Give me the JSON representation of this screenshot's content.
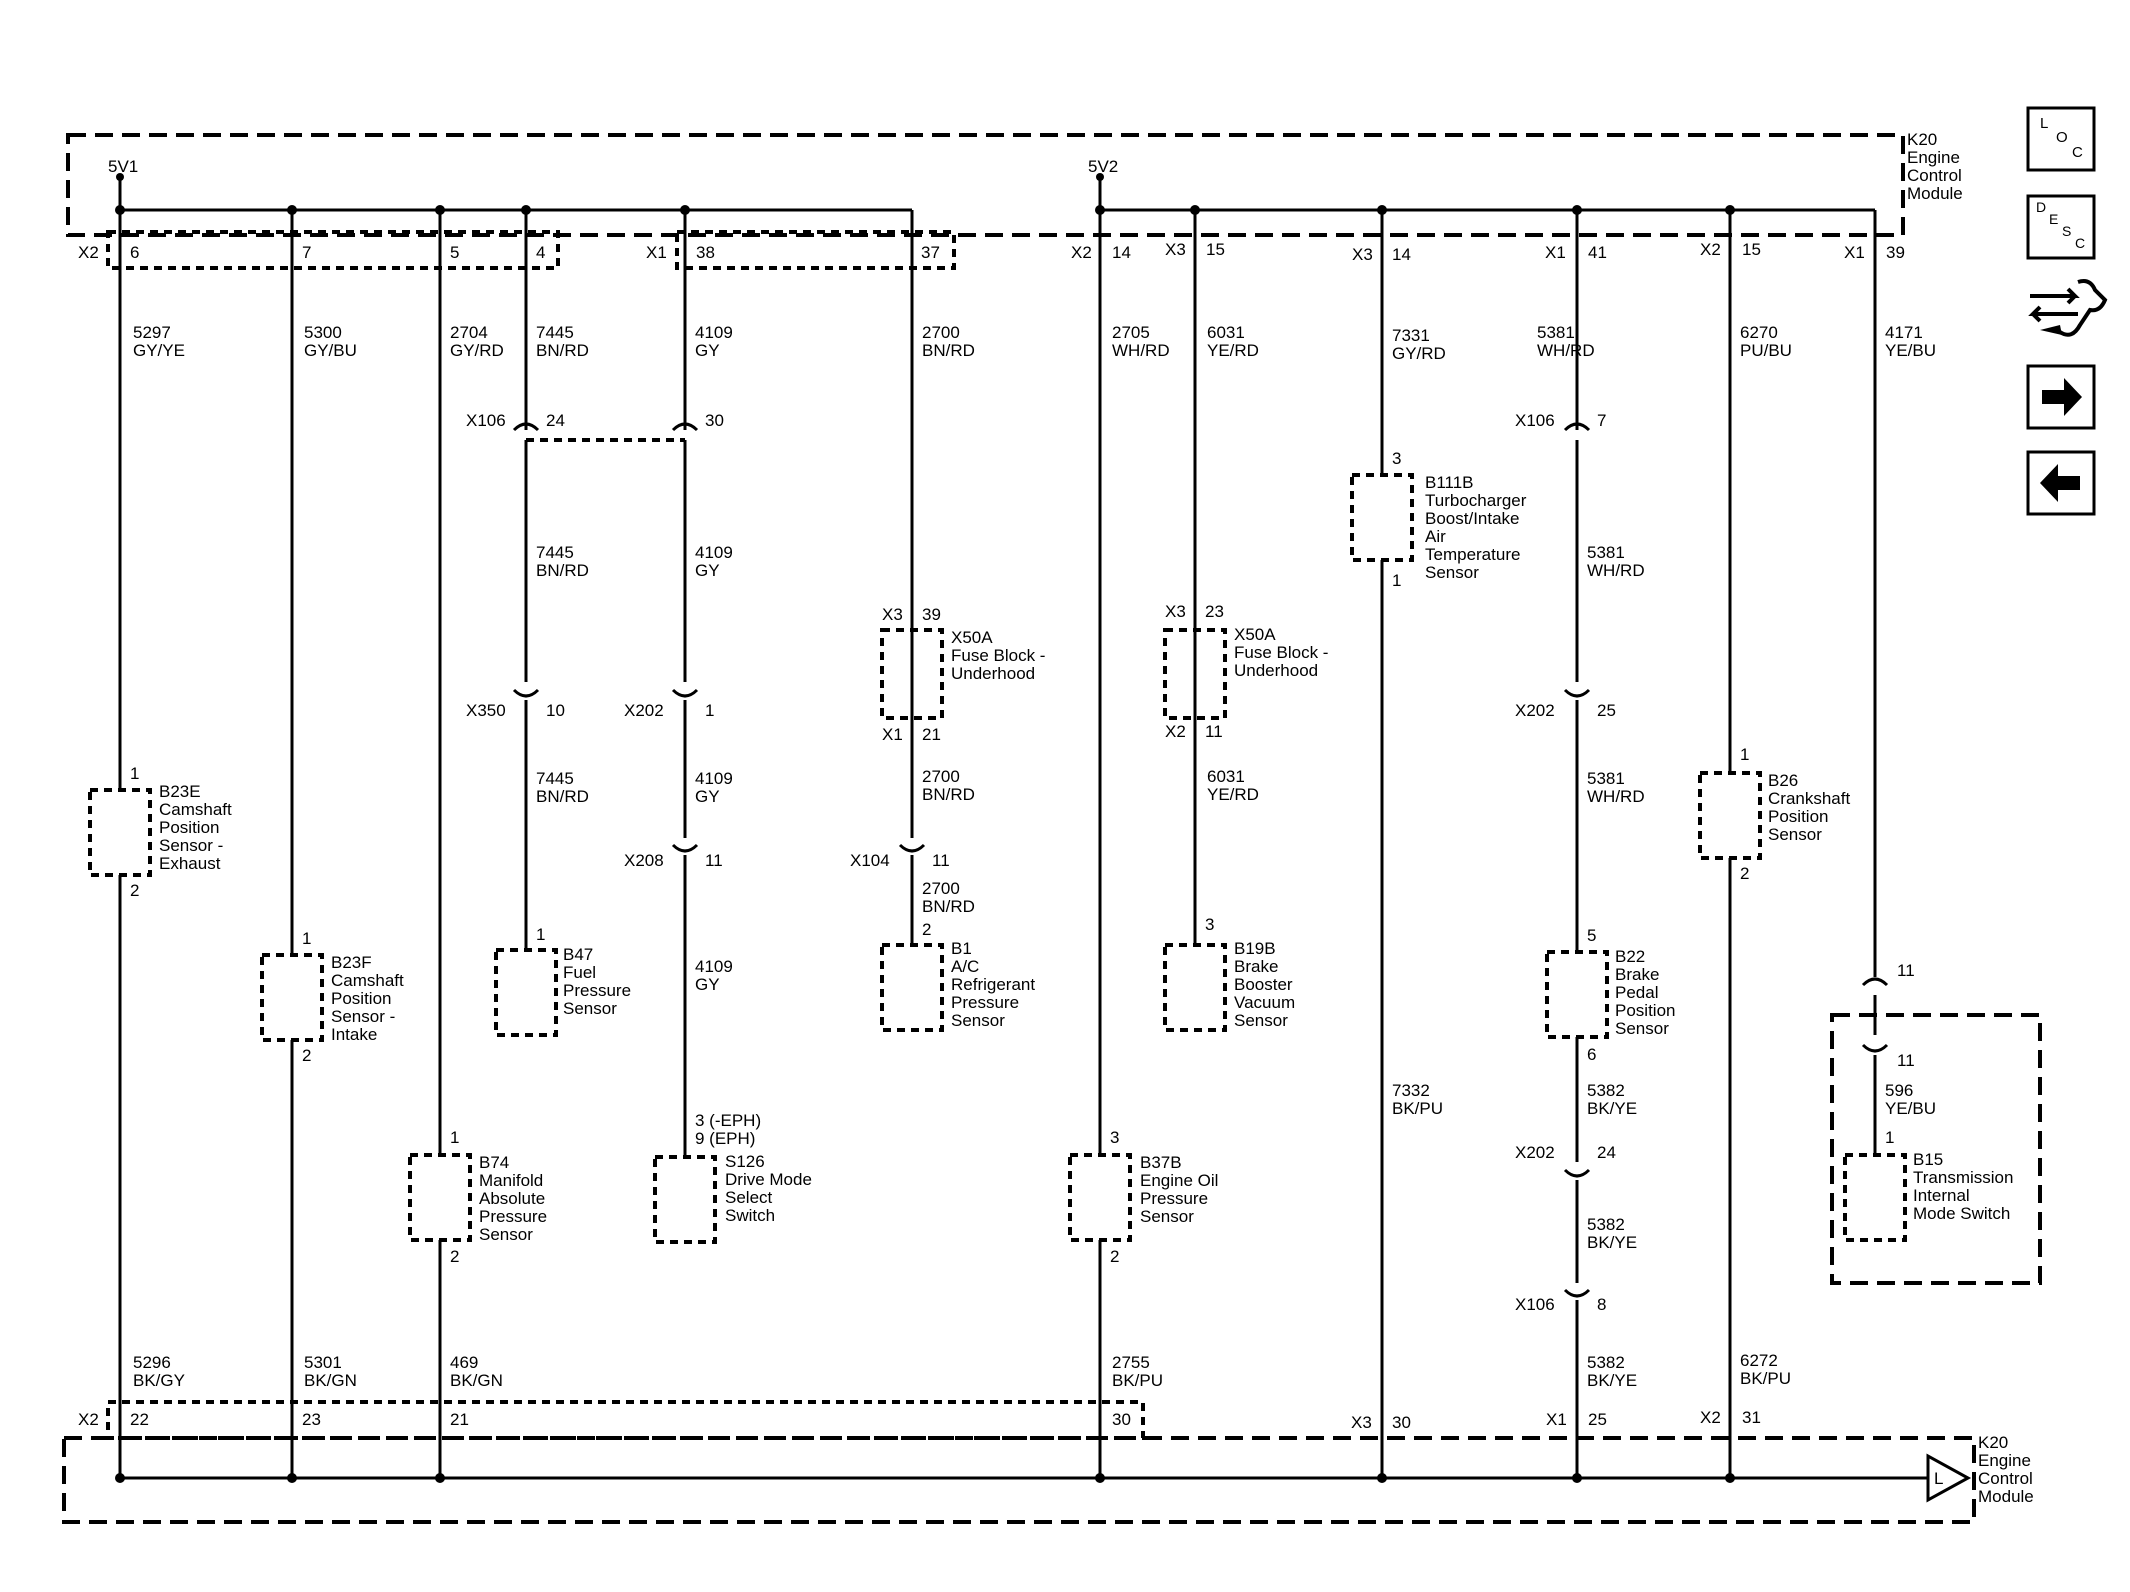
{
  "modules": {
    "top": {
      "id": "K20",
      "name": "Engine Control Module",
      "lines": [
        "K20",
        "Engine",
        "Control",
        "Module"
      ]
    },
    "bottom": {
      "id": "K20",
      "name": "Engine Control Module",
      "lines": [
        "K20",
        "Engine",
        "Control",
        "Module"
      ]
    }
  },
  "buses": {
    "top_left": "5V1",
    "top_right": "5V2",
    "bottom_symbol": "L"
  },
  "top_pins": [
    {
      "conn": "X2",
      "pin": "6"
    },
    {
      "pin": "7"
    },
    {
      "pin": "5"
    },
    {
      "pin": "4"
    },
    {
      "conn": "X1",
      "pin": "38"
    },
    {
      "pin": "37"
    },
    {
      "conn": "X2",
      "pin": "14"
    },
    {
      "conn": "X3",
      "pin": "15"
    },
    {
      "conn": "X3",
      "pin": "14"
    },
    {
      "conn": "X1",
      "pin": "41"
    },
    {
      "conn": "X2",
      "pin": "15"
    },
    {
      "conn": "X1",
      "pin": "39"
    }
  ],
  "bottom_pins": [
    {
      "conn": "X2",
      "pin": "22"
    },
    {
      "pin": "23"
    },
    {
      "pin": "21"
    },
    {
      "pin": "30"
    },
    {
      "conn": "X3",
      "pin": "30"
    },
    {
      "conn": "X1",
      "pin": "25"
    },
    {
      "conn": "X2",
      "pin": "31"
    }
  ],
  "wires": {
    "w1_top": [
      "5297",
      "GY/YE"
    ],
    "w1_bot": [
      "5296",
      "BK/GY"
    ],
    "w2_top": [
      "5300",
      "GY/BU"
    ],
    "w2_bot": [
      "5301",
      "BK/GN"
    ],
    "w3_top": [
      "2704",
      "GY/RD"
    ],
    "w3_bot": [
      "469",
      "BK/GN"
    ],
    "w4_a": [
      "7445",
      "BN/RD"
    ],
    "w4_b": [
      "7445",
      "BN/RD"
    ],
    "w4_c": [
      "7445",
      "BN/RD"
    ],
    "w5_a": [
      "4109",
      "GY"
    ],
    "w5_b": [
      "4109",
      "GY"
    ],
    "w5_c": [
      "4109",
      "GY"
    ],
    "w5_d": [
      "4109",
      "GY"
    ],
    "w6_a": [
      "2700",
      "BN/RD"
    ],
    "w6_b": [
      "2700",
      "BN/RD"
    ],
    "w6_c": [
      "2700",
      "BN/RD"
    ],
    "w7_top": [
      "2705",
      "WH/RD"
    ],
    "w7_bot": [
      "2755",
      "BK/PU"
    ],
    "w8_a": [
      "6031",
      "YE/RD"
    ],
    "w8_b": [
      "6031",
      "YE/RD"
    ],
    "w9_top": [
      "7331",
      "GY/RD"
    ],
    "w9_bot": [
      "7332",
      "BK/PU"
    ],
    "w10_a": [
      "5381",
      "WH/RD"
    ],
    "w10_b": [
      "5381",
      "WH/RD"
    ],
    "w10_c": [
      "5381",
      "WH/RD"
    ],
    "w10_d": [
      "5382",
      "BK/YE"
    ],
    "w10_e": [
      "5382",
      "BK/YE"
    ],
    "w10_f": [
      "5382",
      "BK/YE"
    ],
    "w11_top": [
      "6270",
      "PU/BU"
    ],
    "w11_bot": [
      "6272",
      "BK/PU"
    ],
    "w12_top": [
      "4171",
      "YE/BU"
    ],
    "w12_b": [
      "596",
      "YE/BU"
    ]
  },
  "connectors": {
    "x106_a": [
      "X106",
      "24"
    ],
    "x106_b": "30",
    "x350": [
      "X350",
      "10"
    ],
    "x202_a": [
      "X202",
      "1"
    ],
    "x208": [
      "X208",
      "11"
    ],
    "x104": [
      "X104",
      "11"
    ],
    "x50a_1_top": [
      "X3",
      "39"
    ],
    "x50a_1_bot": [
      "X1",
      "21"
    ],
    "x50a_2_top": [
      "X3",
      "23"
    ],
    "x50a_2_bot": [
      "X2",
      "11"
    ],
    "x106_c": [
      "X106",
      "7"
    ],
    "x202_b": [
      "X202",
      "25"
    ],
    "x202_c": [
      "X202",
      "24"
    ],
    "x106_d": [
      "X106",
      "8"
    ],
    "b15_in": "11",
    "b15_in2": "11"
  },
  "components": {
    "b23e": {
      "lines": [
        "B23E",
        "Camshaft",
        "Position",
        "Sensor -",
        "Exhaust"
      ],
      "pin_top": "1",
      "pin_bot": "2"
    },
    "b23f": {
      "lines": [
        "B23F",
        "Camshaft",
        "Position",
        "Sensor -",
        "Intake"
      ],
      "pin_top": "1",
      "pin_bot": "2"
    },
    "b74": {
      "lines": [
        "B74",
        "Manifold",
        "Absolute",
        "Pressure",
        "Sensor"
      ],
      "pin_top": "1",
      "pin_bot": "2"
    },
    "b47": {
      "lines": [
        "B47",
        "Fuel",
        "Pressure",
        "Sensor"
      ],
      "pin_top": "1"
    },
    "s126": {
      "lines": [
        "S126",
        "Drive Mode",
        "Select",
        "Switch"
      ],
      "pin_lines": [
        "3 (-EPH)",
        "9 (EPH)"
      ]
    },
    "x50a_1": {
      "lines": [
        "X50A",
        "Fuse Block -",
        "Underhood"
      ]
    },
    "b1": {
      "lines": [
        "B1",
        "A/C",
        "Refrigerant",
        "Pressure",
        "Sensor"
      ],
      "pin_top": "2"
    },
    "b37b": {
      "lines": [
        "B37B",
        "Engine Oil",
        "Pressure",
        "Sensor"
      ],
      "pin_top": "3",
      "pin_bot": "2"
    },
    "x50a_2": {
      "lines": [
        "X50A",
        "Fuse Block -",
        "Underhood"
      ]
    },
    "b19b": {
      "lines": [
        "B19B",
        "Brake",
        "Booster",
        "Vacuum",
        "Sensor"
      ],
      "pin_top": "3"
    },
    "b111b": {
      "lines": [
        "B111B",
        "Turbocharger",
        "Boost/Intake",
        "Air",
        "Temperature",
        "Sensor"
      ],
      "pin_top": "3",
      "pin_bot": "1"
    },
    "b22": {
      "lines": [
        "B22",
        "Brake",
        "Pedal",
        "Position",
        "Sensor"
      ],
      "pin_top": "5",
      "pin_bot": "6"
    },
    "b26": {
      "lines": [
        "B26",
        "Crankshaft",
        "Position",
        "Sensor"
      ],
      "pin_top": "1",
      "pin_bot": "2"
    },
    "b15": {
      "lines": [
        "B15",
        "Transmission",
        "Internal",
        "Mode Switch"
      ],
      "pin_top": "1"
    }
  },
  "nav_buttons": [
    {
      "name": "loc-button",
      "glyphs": [
        "L",
        "O",
        "C"
      ]
    },
    {
      "name": "desc-button",
      "glyphs": [
        "D",
        "E",
        "S",
        "C"
      ]
    },
    {
      "name": "connector-wrench-icon"
    },
    {
      "name": "next-arrow-icon"
    },
    {
      "name": "prev-arrow-icon"
    }
  ]
}
